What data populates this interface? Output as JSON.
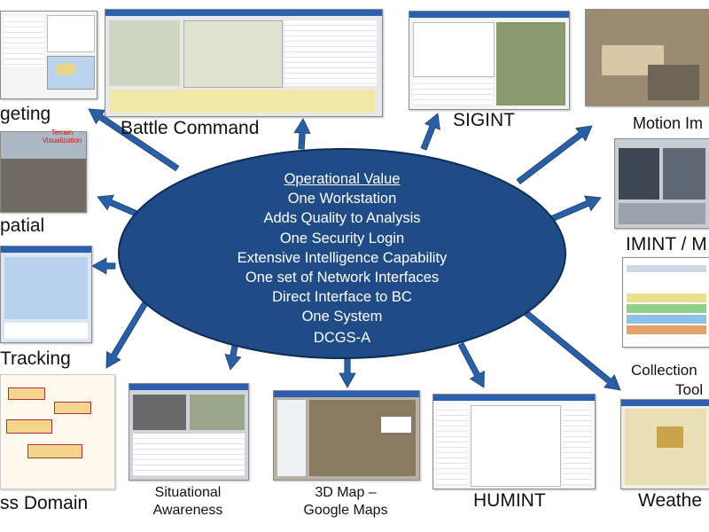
{
  "hub": {
    "title": "Operational Value",
    "values": [
      "One Workstation",
      "Adds Quality to Analysis",
      "One Security Login",
      "Extensive Intelligence Capability",
      "One set of Network Interfaces",
      "Direct Interface to BC",
      "One System"
    ],
    "system_name": "DCGS-A",
    "colors": {
      "fill": "#1f4b86",
      "stroke": "#0f2d55",
      "text": "#ffffff",
      "arrow": "#2a5fa5"
    }
  },
  "modules": [
    {
      "id": "targeting",
      "label": "geting"
    },
    {
      "id": "battle-command",
      "label": "Battle Command"
    },
    {
      "id": "sigint",
      "label": "SIGINT"
    },
    {
      "id": "motion-imagery",
      "label": "Motion Im"
    },
    {
      "id": "geospatial",
      "label": "patial",
      "inset_text": "Terrain Visualization"
    },
    {
      "id": "imint",
      "label": "IMINT / M"
    },
    {
      "id": "tracking",
      "label": "Tracking"
    },
    {
      "id": "collection",
      "label": "Collection",
      "label_line2": "Tool"
    },
    {
      "id": "cross-domain",
      "label": "ss Domain"
    },
    {
      "id": "situational-awareness",
      "label": "Situational",
      "label_line2": "Awareness"
    },
    {
      "id": "3d-map",
      "label": "3D Map –",
      "label_line2": "Google Maps"
    },
    {
      "id": "humint",
      "label": "HUMINT"
    },
    {
      "id": "weather",
      "label": "Weathe"
    }
  ]
}
